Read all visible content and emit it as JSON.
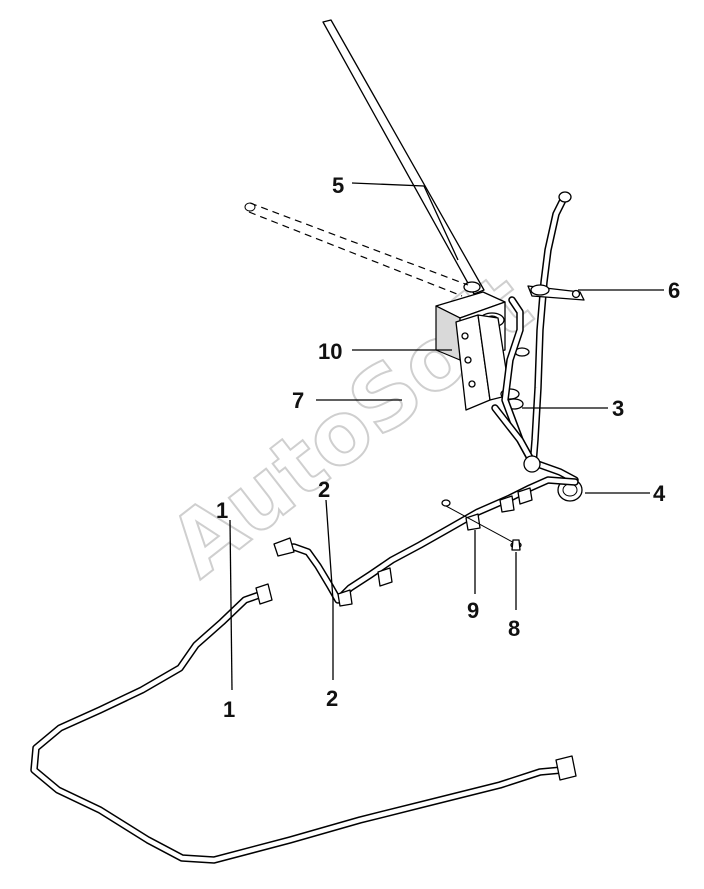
{
  "watermark": {
    "text": "AutoSoft"
  },
  "callouts": {
    "c1_top": "1",
    "c1_bottom": "1",
    "c2_top": "2",
    "c2_bottom": "2",
    "c3": "3",
    "c4": "4",
    "c5": "5",
    "c6": "6",
    "c7": "7",
    "c8": "8",
    "c9": "9",
    "c10": "10"
  }
}
